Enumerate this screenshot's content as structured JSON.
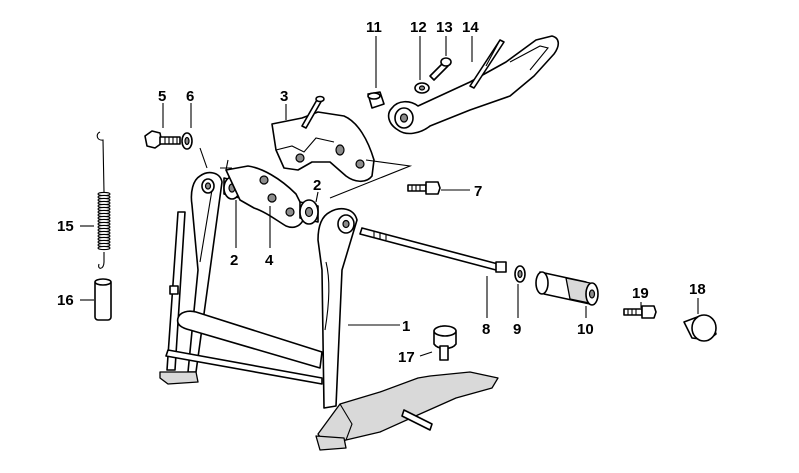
{
  "callouts": [
    {
      "id": "c1",
      "label": "1",
      "part": "center-stand"
    },
    {
      "id": "c2a",
      "label": "2",
      "part": "bushing-left"
    },
    {
      "id": "c2b",
      "label": "2",
      "part": "bushing-right"
    },
    {
      "id": "c3",
      "label": "3",
      "part": "bracket"
    },
    {
      "id": "c4",
      "label": "4",
      "part": "stop-plate"
    },
    {
      "id": "c5",
      "label": "5",
      "part": "hex-bolt"
    },
    {
      "id": "c6",
      "label": "6",
      "part": "washer"
    },
    {
      "id": "c7",
      "label": "7",
      "part": "screw"
    },
    {
      "id": "c8",
      "label": "8",
      "part": "axle-bolt"
    },
    {
      "id": "c9",
      "label": "9",
      "part": "washer-ring"
    },
    {
      "id": "c10",
      "label": "10",
      "part": "bearing-sleeve"
    },
    {
      "id": "c11",
      "label": "11",
      "part": "rubber-buffer"
    },
    {
      "id": "c12",
      "label": "12",
      "part": "washer"
    },
    {
      "id": "c13",
      "label": "13",
      "part": "socket-screw"
    },
    {
      "id": "c14",
      "label": "14",
      "part": "stand-lever"
    },
    {
      "id": "c15",
      "label": "15",
      "part": "tension-spring"
    },
    {
      "id": "c16",
      "label": "16",
      "part": "sleeve"
    },
    {
      "id": "c17",
      "label": "17",
      "part": "rubber-stop"
    },
    {
      "id": "c18",
      "label": "18",
      "part": "cap"
    },
    {
      "id": "c19",
      "label": "19",
      "part": "screw"
    }
  ]
}
